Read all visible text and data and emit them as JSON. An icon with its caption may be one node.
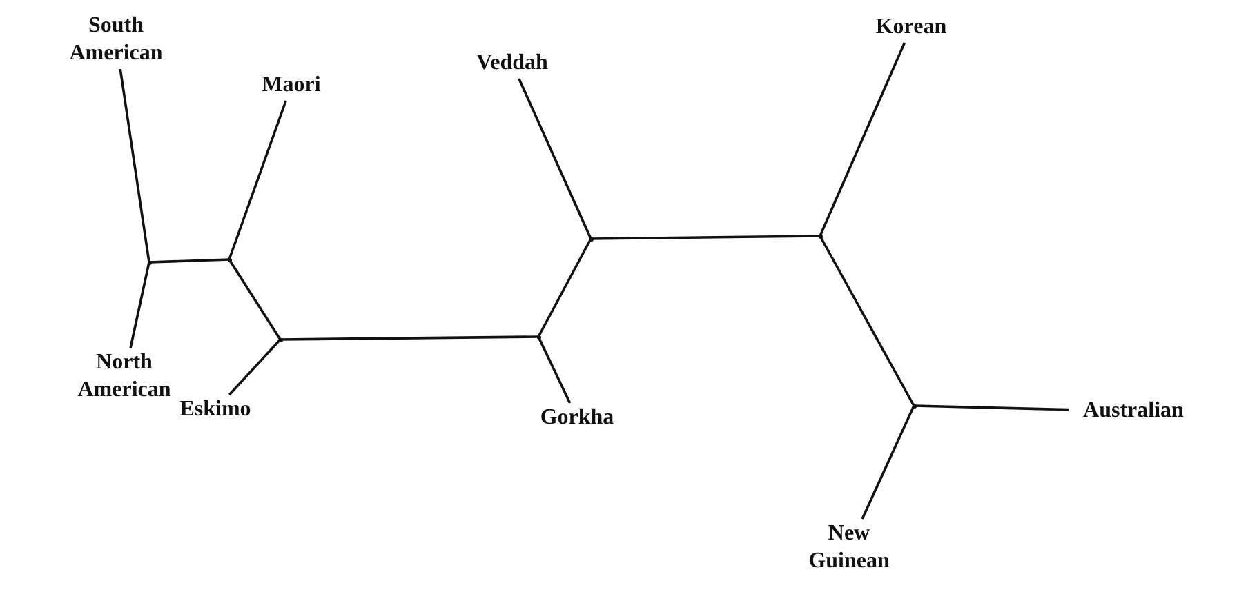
{
  "diagram": {
    "nodes": [
      {
        "text": [
          "South American"
        ]
      },
      {
        "text": [
          "Maori"
        ]
      },
      {
        "text": [
          "Veddah"
        ]
      },
      {
        "text": [
          "Korean"
        ]
      },
      {
        "text": [
          "North American"
        ]
      },
      {
        "text": [
          "Eskimo"
        ]
      },
      {
        "text": [
          "Gorkha"
        ]
      },
      {
        "text": [
          "Australian"
        ]
      },
      {
        "text": [
          "New Guinean"
        ]
      },
      {
        "text": [],
        "shape": "point"
      },
      {
        "text": [],
        "shape": "point"
      },
      {
        "text": [],
        "shape": "point"
      },
      {
        "text": [],
        "shape": "point"
      },
      {
        "text": [],
        "shape": "point"
      },
      {
        "text": [],
        "shape": "point"
      },
      {
        "text": [],
        "shape": "point"
      }
    ],
    "edges": [
      {
        "from": 0,
        "to": 9,
        "arrow": "none"
      },
      {
        "from": 4,
        "to": 9,
        "arrow": "none"
      },
      {
        "from": 9,
        "to": 10,
        "arrow": "none"
      },
      {
        "from": 1,
        "to": 10,
        "arrow": "none"
      },
      {
        "from": 10,
        "to": 11,
        "arrow": "none"
      },
      {
        "from": 5,
        "to": 11,
        "arrow": "none"
      },
      {
        "from": 11,
        "to": 12,
        "arrow": "none"
      },
      {
        "from": 6,
        "to": 12,
        "arrow": "none"
      },
      {
        "from": 12,
        "to": 13,
        "arrow": "none"
      },
      {
        "from": 2,
        "to": 13,
        "arrow": "none"
      },
      {
        "from": 13,
        "to": 14,
        "arrow": "none"
      },
      {
        "from": 3,
        "to": 14,
        "arrow": "none"
      },
      {
        "from": 14,
        "to": 15,
        "arrow": "none"
      },
      {
        "from": 7,
        "to": 15,
        "arrow": "none"
      },
      {
        "from": 8,
        "to": 15,
        "arrow": "none"
      }
    ]
  }
}
